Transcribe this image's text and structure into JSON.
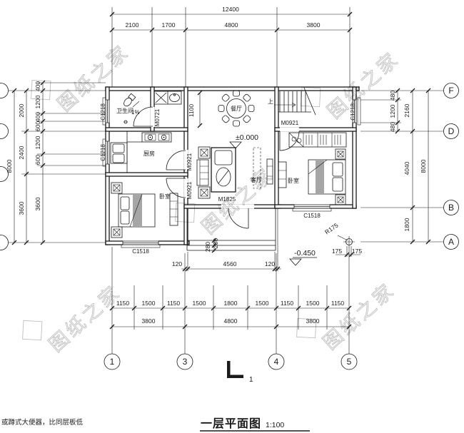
{
  "watermark_text": "图纸之家",
  "title": {
    "text": "一层平面图",
    "scale": "1:100"
  },
  "footnote": "或蹲式大便器，比同层板低",
  "section_mark_label": "1",
  "grid_bubbles": {
    "bottom": [
      "1",
      "3",
      "4",
      "5"
    ],
    "right": [
      "F",
      "D",
      "B",
      "A"
    ]
  },
  "rooms": {
    "bathroom": "卫生间",
    "bathroom_slope": "1%",
    "kitchen": "厨房",
    "dining": "餐厅",
    "living": "客厅",
    "bedroom_left": "卧室",
    "bedroom_right": "卧室",
    "stairs_up": "上"
  },
  "tags": {
    "window_c1218": "C1218",
    "window_c1518": "C1518",
    "door_m0921": "M0921",
    "door_m1825": "M1825",
    "door_m0721": "M0721"
  },
  "elevations": {
    "floor": "±0.000",
    "porch": "-0.450"
  },
  "dims": {
    "top_total": "12400",
    "top": [
      "2100",
      "1700",
      "4800",
      "3800"
    ],
    "bottom_inner": [
      "1150",
      "1500",
      "1150",
      "1500",
      "1800",
      "1500",
      "1150",
      "1500",
      "1150"
    ],
    "bottom_outer": [
      "3800",
      "4800",
      "3800"
    ],
    "left_inner": [
      "400",
      "1200",
      "400",
      "600",
      "1200",
      "600",
      "3600"
    ],
    "left_mid": [
      "2000",
      "2400",
      "3600"
    ],
    "left_total": "8000",
    "right_inner": [
      "480",
      "1200",
      "480"
    ],
    "right_mid": [
      "2160",
      "4040",
      "1800"
    ],
    "right_total": "8000",
    "dining_recess": "1100",
    "porch": {
      "offset_left": "120",
      "width": "4560",
      "offset_right": "120",
      "steps": [
        "280",
        "280"
      ],
      "column_left": "175",
      "column_right": "175",
      "column_radius": "R175"
    }
  }
}
